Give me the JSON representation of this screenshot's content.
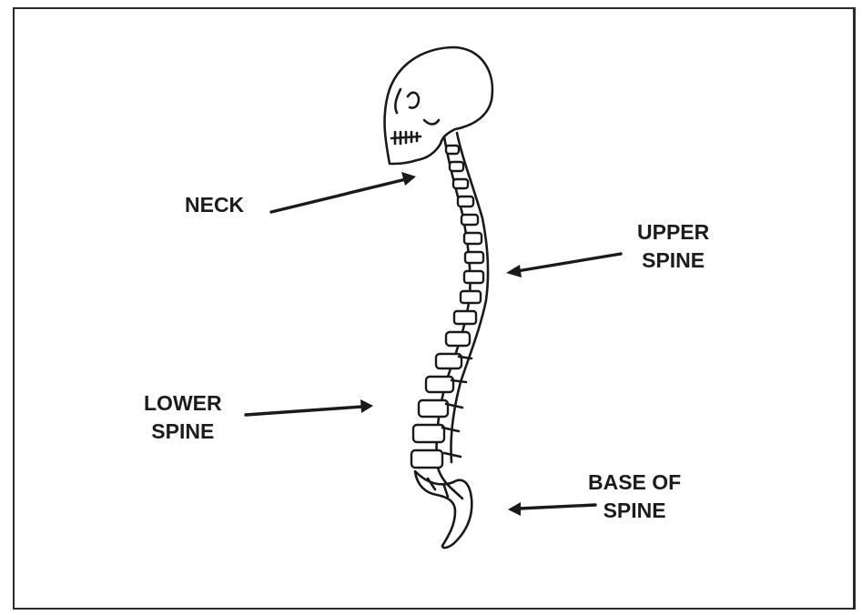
{
  "labels": {
    "neck": "NECK",
    "upper_spine": [
      "UPPER",
      "SPINE"
    ],
    "lower_spine": [
      "LOWER",
      "SPINE"
    ],
    "base_of_spine": [
      "BASE OF",
      "SPINE"
    ]
  },
  "colors": {
    "ink": "#1a1a1a",
    "paper": "#ffffff"
  }
}
